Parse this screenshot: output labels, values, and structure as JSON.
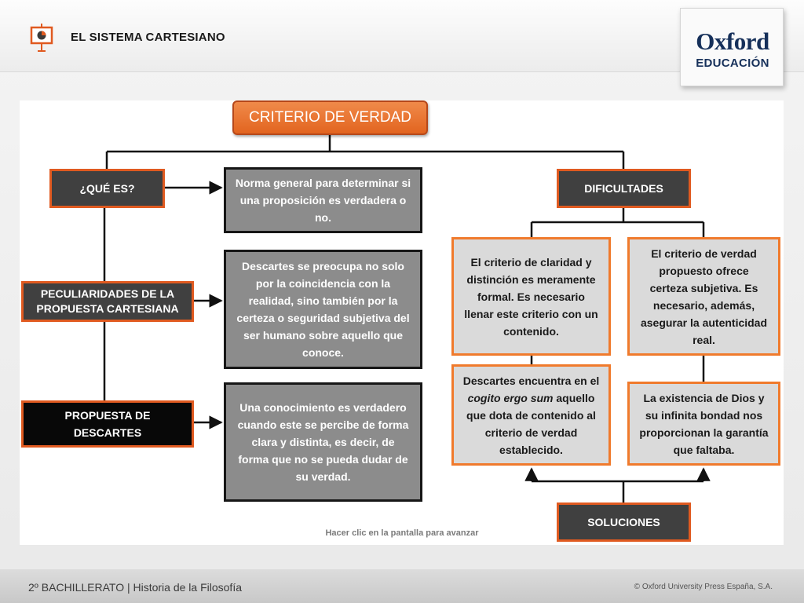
{
  "header": {
    "title": "EL SISTEMA CARTESIANO",
    "logo_main": "Oxford",
    "logo_sub": "EDUCACIÓN"
  },
  "diagram": {
    "title": "CRITERIO DE VERDAD",
    "left_labels": {
      "que_es": "¿QUÉ ES?",
      "peculiaridades": "PECULIARIDADES DE LA PROPUESTA  CARTESIANA",
      "propuesta": "PROPUESTA DE DESCARTES"
    },
    "middle_texts": {
      "norma": "Norma general para determinar si una proposición es verdadera o no.",
      "preocupa": "Descartes se preocupa no solo por la coincidencia con la realidad, sino también por la certeza  o seguridad subjetiva del ser humano sobre aquello que conoce.",
      "conocimiento": "Una conocimiento es verdadero cuando este se percibe de forma clara y distinta, es decir, de forma que no se pueda dudar de su verdad."
    },
    "dificultades": {
      "label": "DIFICULTADES",
      "left": "El criterio de claridad y distinción es meramente formal. Es necesario llenar este criterio con un contenido.",
      "right": "El criterio de verdad propuesto ofrece certeza subjetiva. Es necesario, además, asegurar la autenticidad real."
    },
    "soluciones": {
      "label": "SOLUCIONES",
      "left_pre": "Descartes encuentra en el ",
      "left_italic": "cogito ergo sum",
      "left_post": " aquello que dota de contenido al criterio de verdad establecido.",
      "right": "La existencia de Dios y su infinita bondad nos proporcionan la garantía que faltaba."
    },
    "hint": "Hacer clic en la pantalla para avanzar"
  },
  "footer": {
    "course": "2º BACHILLERATO | Historia de la Filosofía",
    "copyright": "© Oxford University Press España, S.A."
  },
  "colors": {
    "accent_orange": "#e05a20",
    "dark_box": "#404040",
    "gray_box": "#8c8c8c",
    "light_box": "#dadada",
    "brand_blue": "#16305a"
  }
}
